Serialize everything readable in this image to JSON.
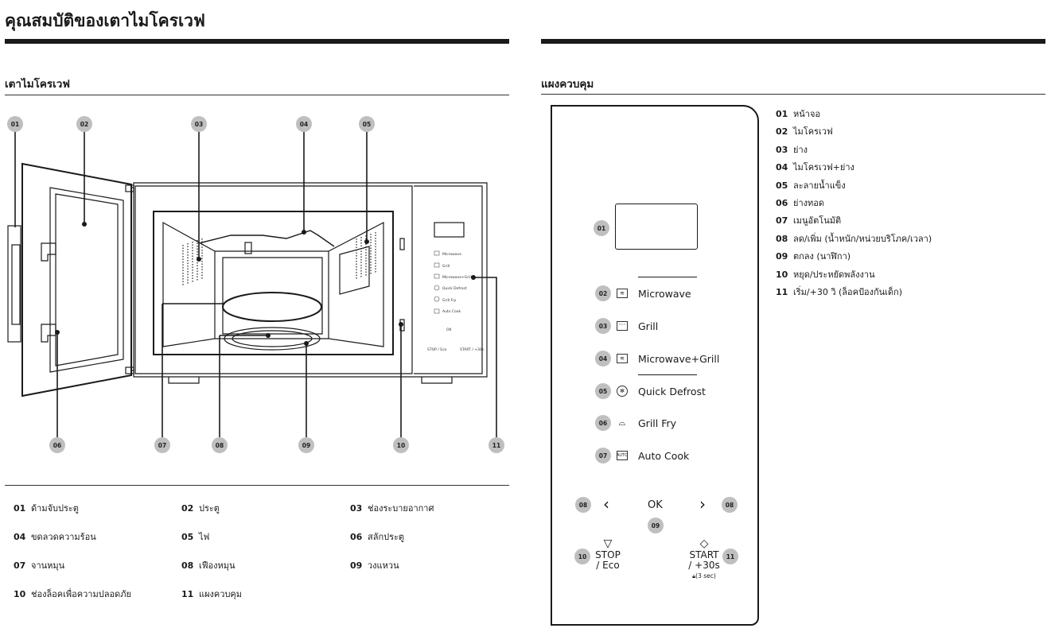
{
  "page": {
    "title": "คุณสมบัติของเตาไมโครเวฟ",
    "left_section_title": "เตาไมโครเวฟ",
    "right_section_title": "แผงควบคุม"
  },
  "oven_callouts": [
    "01",
    "02",
    "03",
    "04",
    "05",
    "06",
    "07",
    "08",
    "09",
    "10",
    "11"
  ],
  "oven_panel_labels": [
    "Microwave",
    "Grill",
    "Microwave+Grill",
    "Quick Defrost",
    "Grill Fry",
    "Auto Cook",
    "OK",
    "STOP / Eco",
    "START / +30s"
  ],
  "oven_parts": [
    {
      "num": "01",
      "label": "ด้ามจับประตู"
    },
    {
      "num": "02",
      "label": "ประตู"
    },
    {
      "num": "03",
      "label": "ช่องระบายอากาศ"
    },
    {
      "num": "04",
      "label": "ขดลวดความร้อน"
    },
    {
      "num": "05",
      "label": "ไฟ"
    },
    {
      "num": "06",
      "label": "สลักประตู"
    },
    {
      "num": "07",
      "label": "จานหมุน"
    },
    {
      "num": "08",
      "label": "เฟืองหมุน"
    },
    {
      "num": "09",
      "label": "วงแหวน"
    },
    {
      "num": "10",
      "label": "ช่องล็อคเพื่อความปลอดภัย"
    },
    {
      "num": "11",
      "label": "แผงควบคุม"
    }
  ],
  "control_panel": {
    "modes": [
      {
        "num": "02",
        "icon": "microwave-icon",
        "glyph": "≋",
        "label": "Microwave"
      },
      {
        "num": "03",
        "icon": "grill-icon",
        "glyph": "ᵔᵔᵔ",
        "label": "Grill"
      },
      {
        "num": "04",
        "icon": "microwave-grill-icon",
        "glyph": "≋",
        "label": "Microwave+Grill"
      },
      {
        "num": "05",
        "icon": "snowflake-icon",
        "glyph": "✻",
        "label": "Quick Defrost"
      },
      {
        "num": "06",
        "icon": "grill-fry-icon",
        "glyph": "⌓",
        "label": "Grill Fry"
      },
      {
        "num": "07",
        "icon": "auto-icon",
        "glyph": "AUTO",
        "label": "Auto Cook"
      }
    ],
    "display_num": "01",
    "nav_left_num": "08",
    "nav_right_num": "08",
    "ok_label": "OK",
    "ok_num": "09",
    "stop_num": "10",
    "stop_label_1": "STOP",
    "stop_label_2": "/ Eco",
    "start_num": "11",
    "start_label_1": "START",
    "start_label_2": "/ +30s",
    "start_label_3": "(3 sec)"
  },
  "control_parts": [
    {
      "num": "01",
      "label": "หน้าจอ"
    },
    {
      "num": "02",
      "label": "ไมโครเวฟ"
    },
    {
      "num": "03",
      "label": "ย่าง"
    },
    {
      "num": "04",
      "label": "ไมโครเวฟ+ย่าง"
    },
    {
      "num": "05",
      "label": "ละลายน้ำแข็ง"
    },
    {
      "num": "06",
      "label": "ย่างทอด"
    },
    {
      "num": "07",
      "label": "เมนูอัตโนมัติ"
    },
    {
      "num": "08",
      "label": "ลด/เพิ่ม (น้ำหนัก/หน่วยบริโภค/เวลา)"
    },
    {
      "num": "09",
      "label": "ตกลง (นาฬิกา)"
    },
    {
      "num": "10",
      "label": "หยุด/ประหยัดพลังงาน"
    },
    {
      "num": "11",
      "label": "เริ่ม/+30 วิ (ล็อคป้องกันเด็ก)"
    }
  ]
}
